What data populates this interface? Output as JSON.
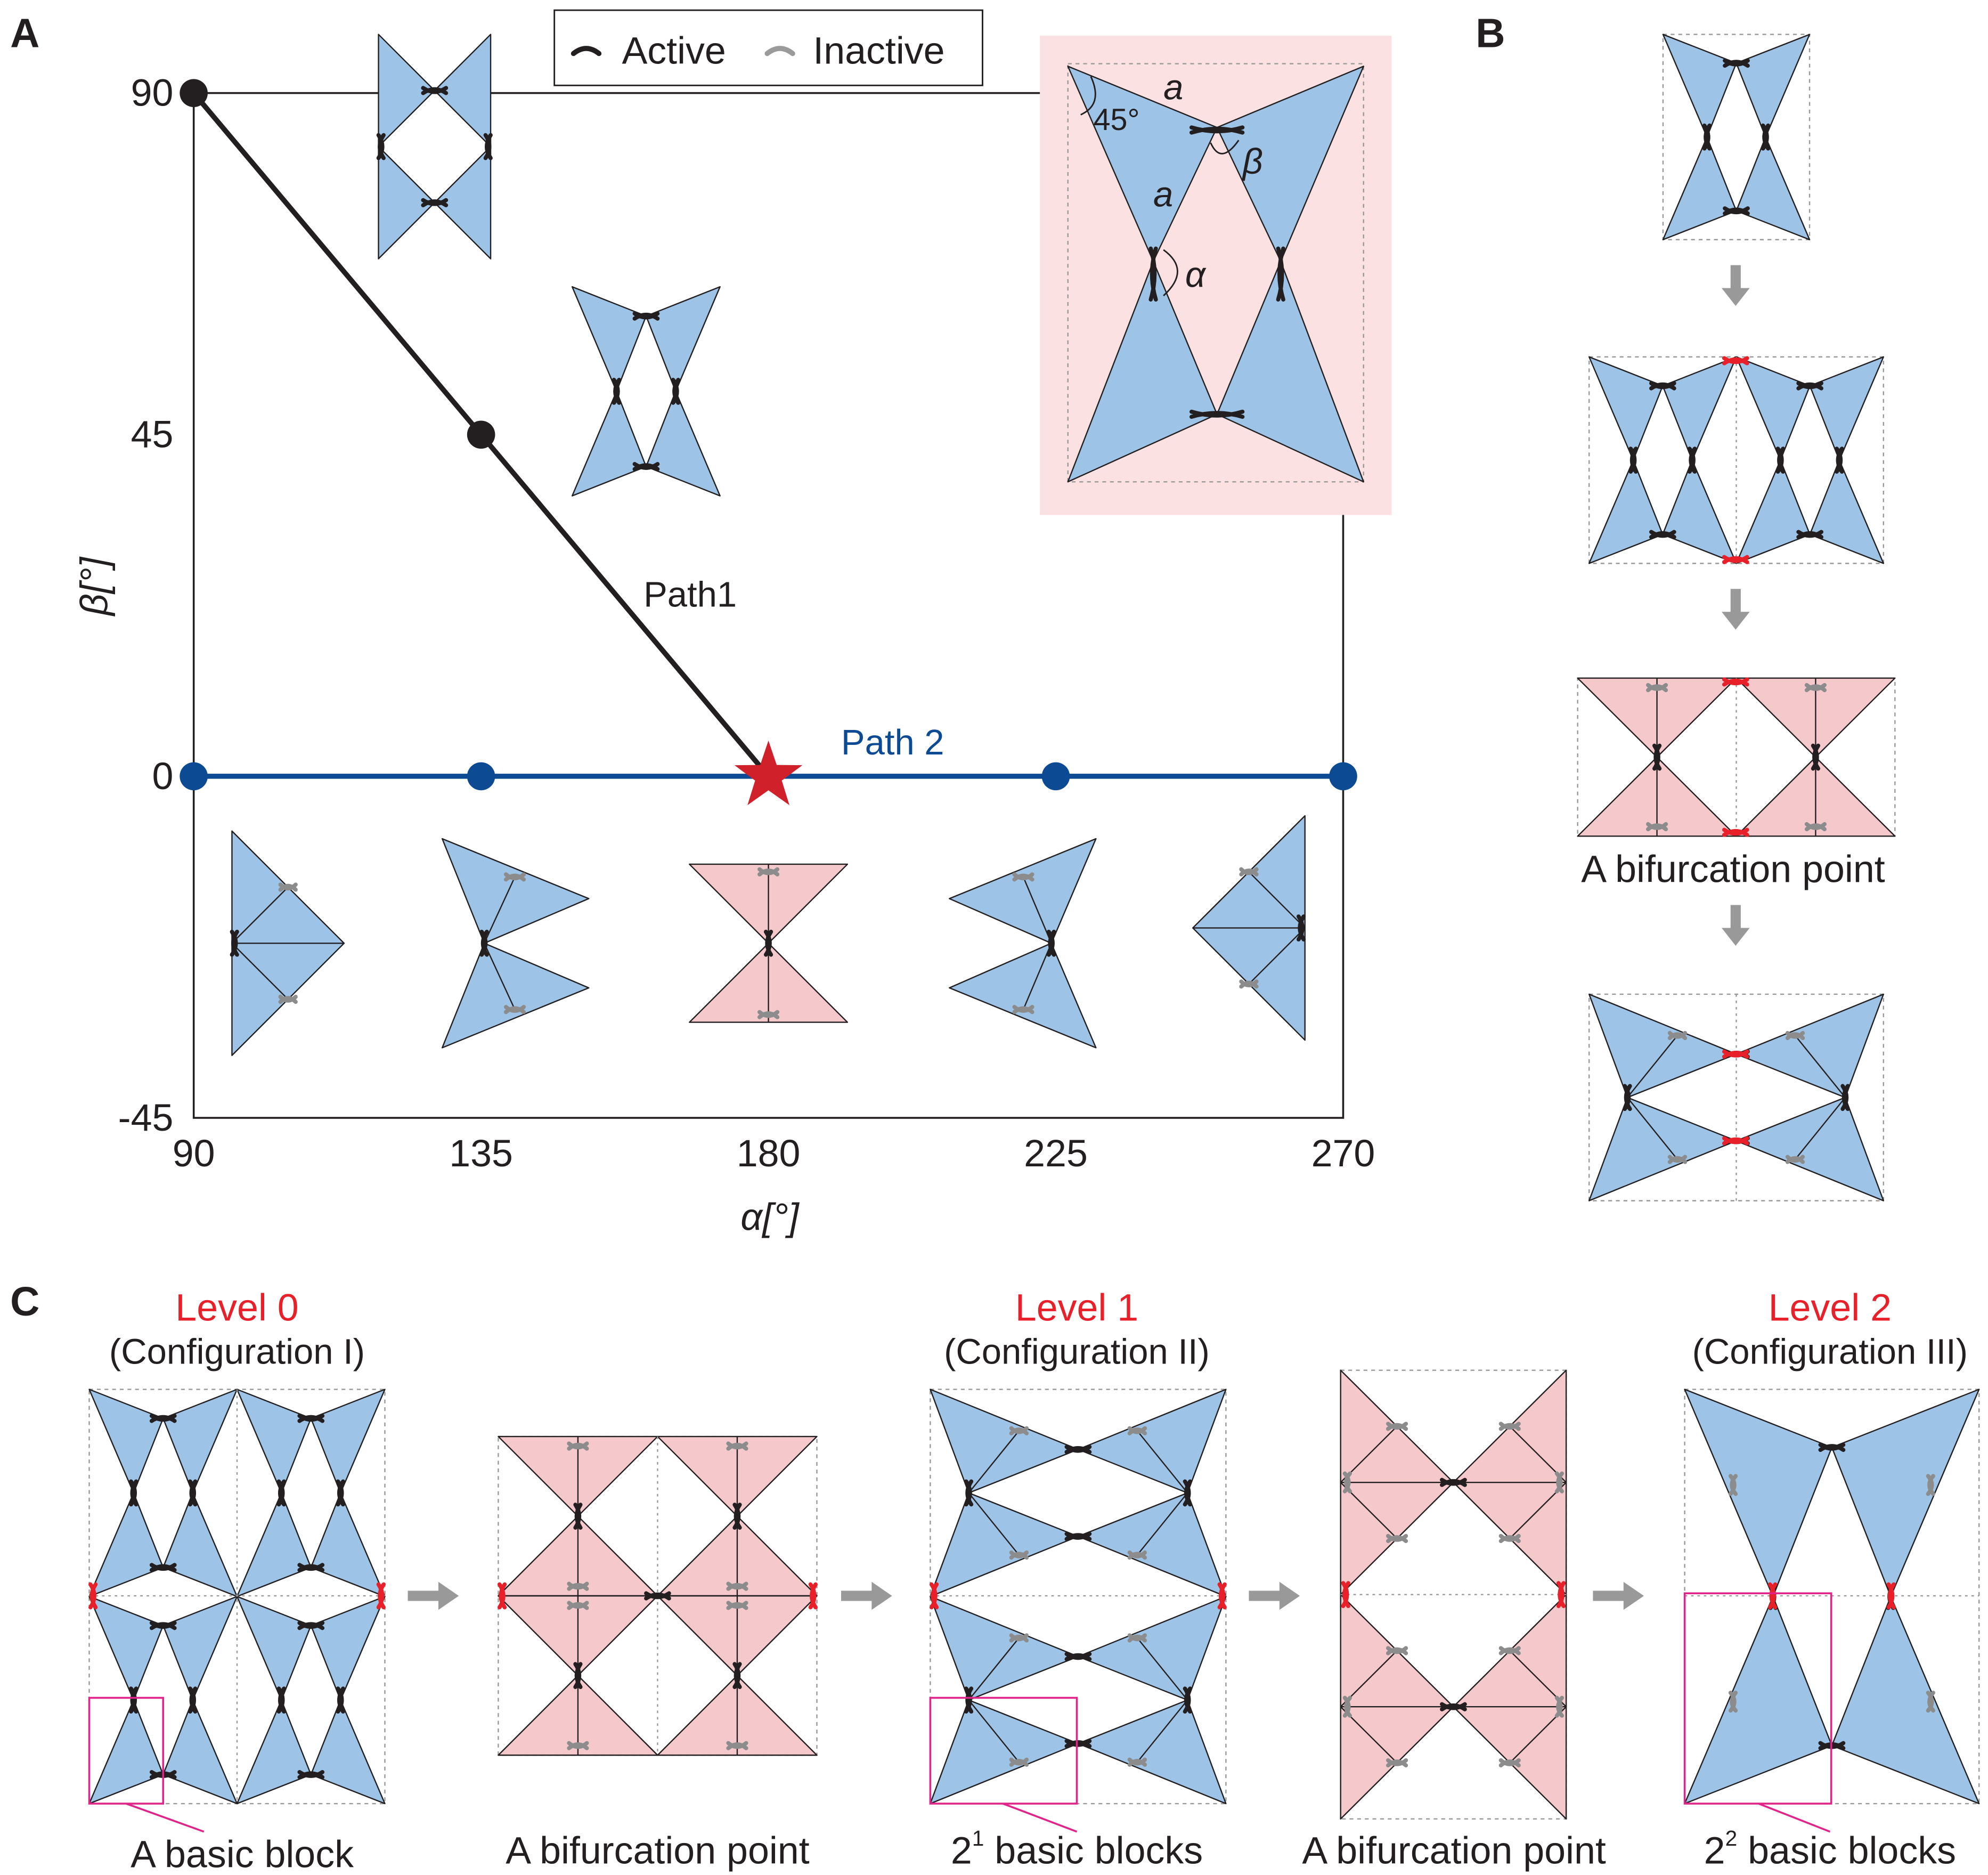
{
  "panels": {
    "a": "A",
    "b": "B",
    "c": "C"
  },
  "legend": {
    "active": "Active",
    "inactive": "Inactive"
  },
  "colors": {
    "blue_fill": "#9dc3e6",
    "pink_fill": "#f5c9cc",
    "inset_bg": "#fbe1e1",
    "path1": "#231f20",
    "path2": "#0d4a94",
    "star": "#d0202a",
    "active_hinge": "#231f20",
    "inactive_hinge": "#8c8c8c",
    "bifurcation_hinge": "#e8202a",
    "block_box": "#e0248a"
  },
  "chart_data": {
    "type": "line",
    "xlabel": "α[°]",
    "ylabel": "β[°]",
    "xlim": [
      90,
      270
    ],
    "ylim": [
      -45,
      90
    ],
    "xticks": [
      "90",
      "135",
      "180",
      "225",
      "270"
    ],
    "yticks": [
      "90",
      "45",
      "0",
      "-45"
    ],
    "series": [
      {
        "name": "Path1",
        "x": [
          90,
          135,
          180
        ],
        "y": [
          90,
          45,
          0
        ]
      },
      {
        "name": "Path 2",
        "x": [
          90,
          135,
          180,
          225,
          270
        ],
        "y": [
          0,
          0,
          0,
          0,
          0
        ]
      }
    ],
    "bifurcation_marker": {
      "x": 180,
      "y": 0,
      "shape": "star"
    }
  },
  "inset": {
    "side_a1": "a",
    "angle_45": "45°",
    "beta": "β",
    "side_a2": "a",
    "alpha": "α"
  },
  "panel_b": {
    "bifurcation_label": "A bifurcation point"
  },
  "panel_c": {
    "level0": "Level 0",
    "config0": "(Configuration I)",
    "level1": "Level 1",
    "config1": "(Configuration II)",
    "level2": "Level 2",
    "config2": "(Configuration III)",
    "caption0": "A basic block",
    "caption1": "A bifurcation point",
    "caption2_base": "2",
    "caption2_exp": "1",
    "caption2_rest": " basic blocks",
    "caption3": "A bifurcation point",
    "caption4_base": "2",
    "caption4_exp": "2",
    "caption4_rest": " basic blocks"
  }
}
